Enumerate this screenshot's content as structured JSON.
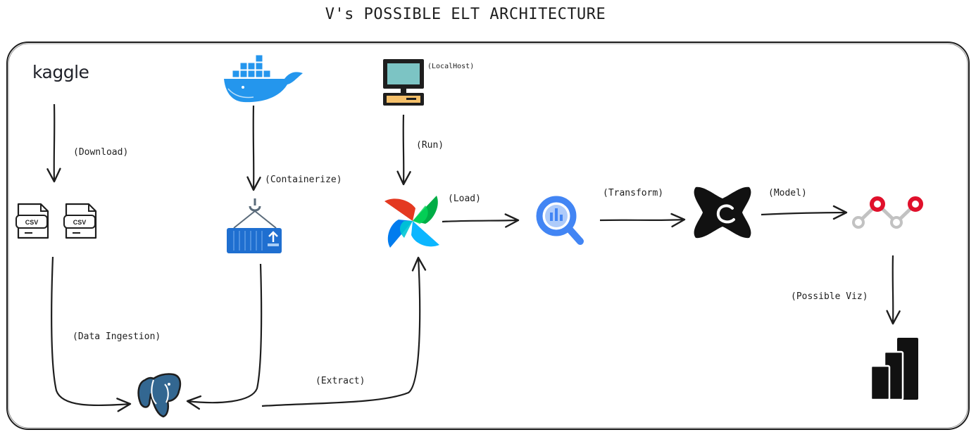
{
  "title": "V's POSSIBLE ELT ARCHITECTURE",
  "nodes": {
    "kaggle": {
      "text": "kaggle"
    },
    "csv_1": {
      "text": "CSV"
    },
    "csv_2": {
      "text": "CSV"
    },
    "localhost": {
      "text": "(LocalHost)"
    }
  },
  "edges": {
    "download": "(Download)",
    "containerize": "(Containerize)",
    "run": "(Run)",
    "load": "(Load)",
    "transform": "(Transform)",
    "model": "(Model)",
    "possible_viz": "(Possible Viz)",
    "data_ingestion": "(Data Ingestion)",
    "extract": "(Extract)"
  },
  "colors": {
    "stroke": "#1e1e1e",
    "docker_blue": "#2496ed",
    "container_blue": "#1f6fd0",
    "bigquery_blue": "#4285f4",
    "postgres_blue": "#336791",
    "monitor_teal": "#7cc4c4",
    "monitor_base": "#f5c06a",
    "red_node": "#e0102b",
    "grey_node": "#c2c2c2"
  },
  "icons": [
    "kaggle-logo",
    "csv-file-icon",
    "docker-whale-icon",
    "computer-icon",
    "container-crane-icon",
    "airflow-pinwheel-icon",
    "bigquery-icon",
    "dbt-icon",
    "model-graph-icon",
    "postgres-elephant-icon",
    "power-bi-icon"
  ]
}
